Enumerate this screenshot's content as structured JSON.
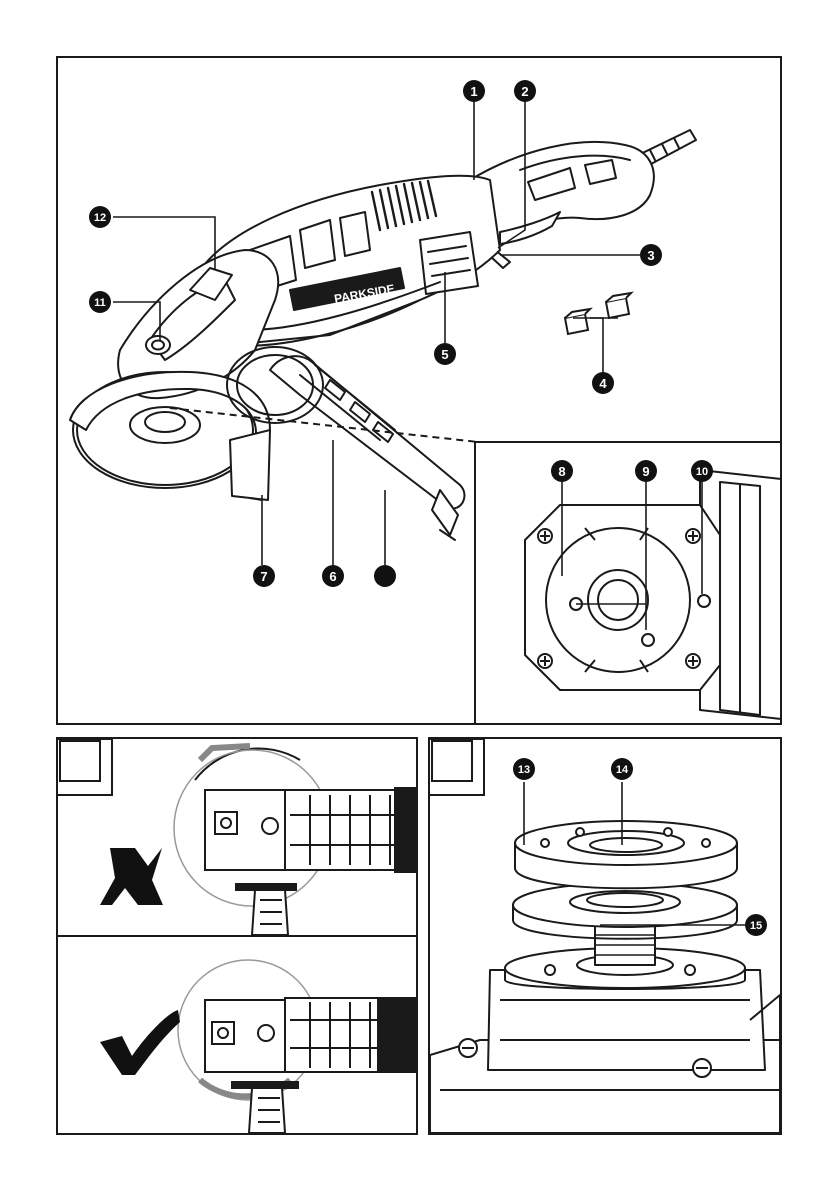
{
  "document": {
    "brand_text": "PARKSIDE",
    "callouts": [
      "1",
      "2",
      "3",
      "4",
      "5",
      "6",
      "7",
      "",
      "8",
      "9",
      "10",
      "11",
      "12",
      "13",
      "14",
      "15"
    ],
    "marks": {
      "wrong": "wrong-cross-icon",
      "right": "right-check-icon"
    },
    "colors": {
      "line": "#1a1a1a",
      "fill": "#ffffff",
      "badge": "#111111"
    }
  }
}
